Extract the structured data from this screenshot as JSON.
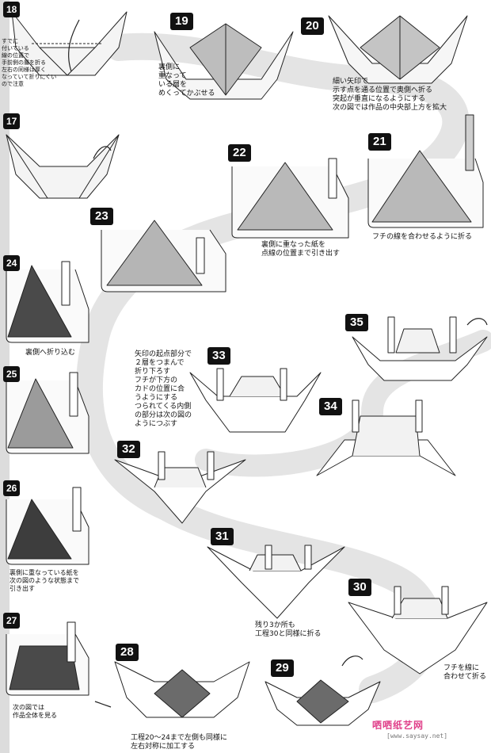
{
  "steps": {
    "s17": "17",
    "s18": "18",
    "s19": "19",
    "s20": "20",
    "s21": "21",
    "s22": "22",
    "s23": "23",
    "s24": "24",
    "s25": "25",
    "s26": "26",
    "s27": "27",
    "s28": "28",
    "s29": "29",
    "s30": "30",
    "s31": "31",
    "s32": "32",
    "s33": "33",
    "s34": "34",
    "s35": "35"
  },
  "notes": {
    "n18": "すでに\n付いている\n線の位置で\n手前側の層を折る\n左右の同様は厚く\nなっていて折りにくい\nので注意",
    "n19": "裏側に\n重なって\nいる層を\nめくってかぶせる",
    "n20": "細い矢印で\n示す点を通る位置で奥側へ折る\n突起が垂直になるようにする\n次の図では作品の中央部上方を拡大",
    "n21": "フチの線を合わせるように折る",
    "n22": "裏側に重なった紙を\n点線の位置まで引き出す",
    "n24": "裏側へ折り込む",
    "n26": "裏側に重なっている紙を\n次の図のような状態まで\n引き出す",
    "n27": "次の図では\n作品全体を見る",
    "n28": "工程20〜24まで左側も同様に\n左右対称に加工する",
    "n30": "フチを線に\n合わせて折る",
    "n31": "残り3か所も\n工程30と同様に折る",
    "n33": "矢印の起点部分で\n２層をつまんで\n折り下ろす\nフチが下方の\nカドの位置に合\nうようにする\nつられてくる内側\nの部分は次の図の\nようにつぶす"
  },
  "watermark": {
    "brand": "哂哂纸艺网",
    "url": "[www.saysay.net]"
  }
}
